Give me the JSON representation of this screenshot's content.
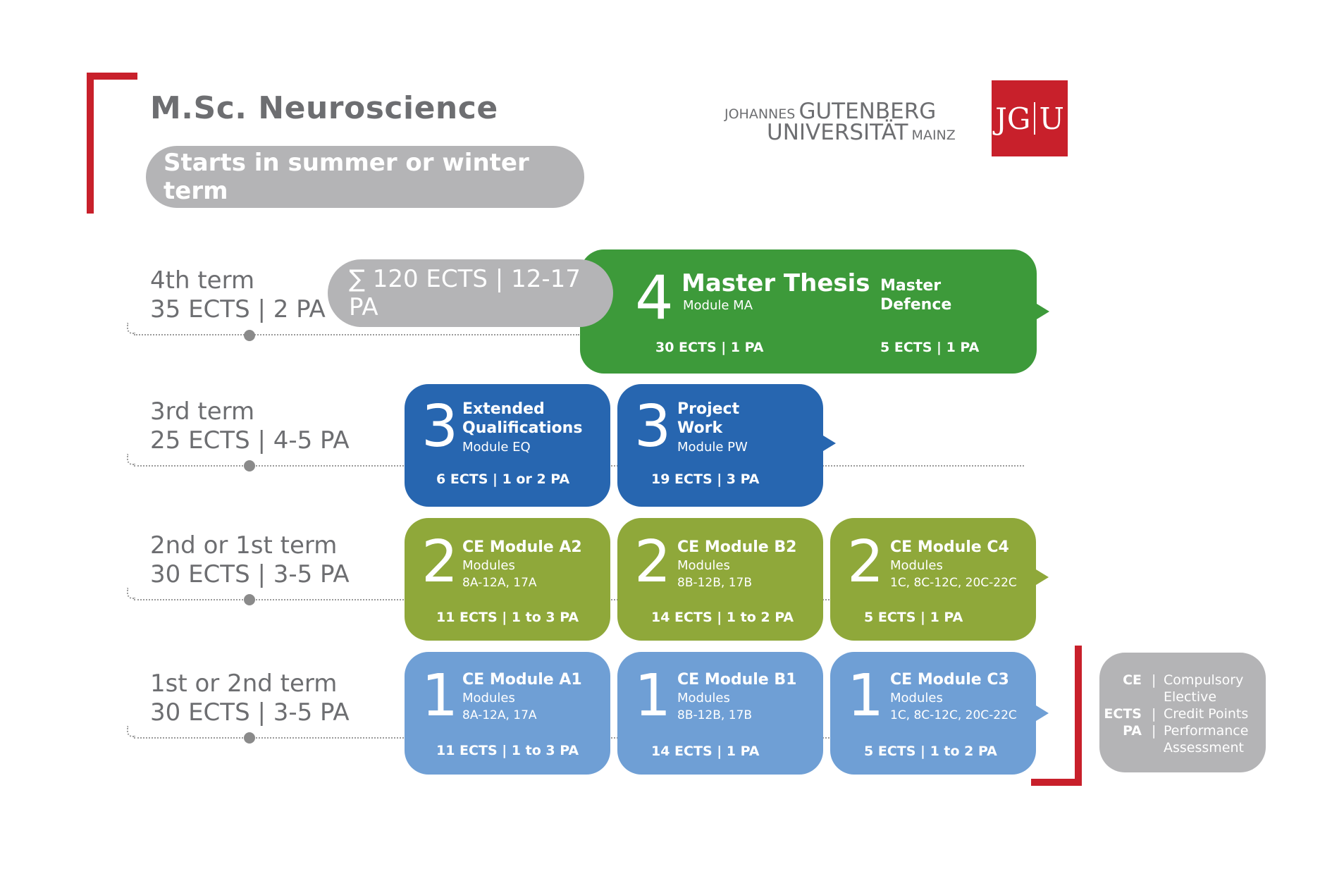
{
  "title": "M.Sc. Neuroscience",
  "start_note": "Starts in summer or winter term",
  "logo": {
    "line1_small": "JOHANNES",
    "line1_big": "GUTENBERG",
    "line2_big": "UNIVERSITÄT",
    "line2_small": "MAINZ",
    "mark_left": "JG",
    "mark_right": "U",
    "color": "#c8202b"
  },
  "terms": [
    {
      "name": "4th term",
      "credits": "35 ECTS | 2 PA"
    },
    {
      "name": "3rd term",
      "credits": "25 ECTS | 4-5 PA"
    },
    {
      "name": "2nd or 1st term",
      "credits": "30 ECTS | 3-5 PA"
    },
    {
      "name": "1st or 2nd term",
      "credits": "30 ECTS | 3-5 PA"
    }
  ],
  "total": "∑ 120 ECTS | 12-17 PA",
  "modules": {
    "thesis": {
      "num": "4",
      "name": "Master Thesis",
      "code": "Module MA",
      "ects": "30 ECTS | 1 PA"
    },
    "defence": {
      "name1": "Master",
      "name2": "Defence",
      "ects": "5 ECTS | 1 PA"
    },
    "eq": {
      "num": "3",
      "name1": "Extended",
      "name2": "Qualifications",
      "code": "Module EQ",
      "ects": "6 ECTS | 1 or 2 PA"
    },
    "pw": {
      "num": "3",
      "name1": "Project",
      "name2": "Work",
      "code": "Module PW",
      "ects": "19 ECTS | 3 PA"
    },
    "a2": {
      "num": "2",
      "name": "CE Module A2",
      "sub1": "Modules",
      "sub2": "8A-12A, 17A",
      "ects": "11 ECTS | 1 to 3 PA"
    },
    "b2": {
      "num": "2",
      "name": "CE Module B2",
      "sub1": "Modules",
      "sub2": "8B-12B, 17B",
      "ects": "14 ECTS | 1 to 2 PA"
    },
    "c4": {
      "num": "2",
      "name": "CE Module C4",
      "sub1": "Modules",
      "sub2": "1C, 8C-12C, 20C-22C",
      "ects": "5 ECTS | 1 PA"
    },
    "a1": {
      "num": "1",
      "name": "CE Module A1",
      "sub1": "Modules",
      "sub2": "8A-12A, 17A",
      "ects": "11 ECTS | 1 to 3 PA"
    },
    "b1": {
      "num": "1",
      "name": "CE Module B1",
      "sub1": "Modules",
      "sub2": "8B-12B, 17B",
      "ects": "14 ECTS | 1 PA"
    },
    "c3": {
      "num": "1",
      "name": "CE Module C3",
      "sub1": "Modules",
      "sub2": "1C, 8C-12C, 20C-22C",
      "ects": "5 ECTS | 1 to 2 PA"
    }
  },
  "legend": {
    "ce_key": "CE",
    "ce_val1": "Compulsory",
    "ce_val2": "Elective",
    "ects_key": "ECTS",
    "ects_val": "Credit Points",
    "pa_key": "PA",
    "pa_val1": "Performance",
    "pa_val2": "Assessment",
    "sep": "|"
  },
  "colors": {
    "thesis_green": "#3d9a3a",
    "blue_dark": "#2766b0",
    "olive": "#8fa83a",
    "blue_light": "#6f9fd5",
    "grey_pill": "#b4b4b6",
    "accent_red": "#c8202b"
  }
}
